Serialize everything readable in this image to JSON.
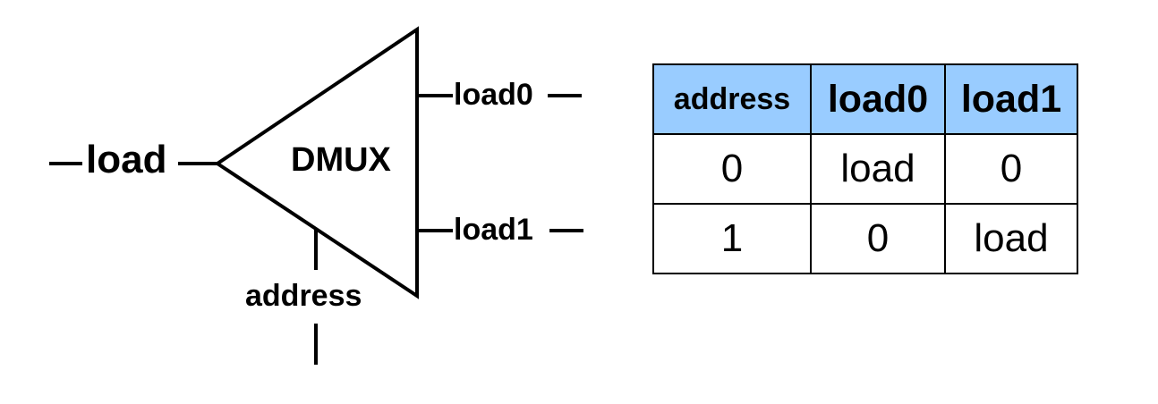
{
  "diagram": {
    "chip_label": "DMUX",
    "input_label": "load",
    "output0_label": "load0",
    "output1_label": "load1",
    "select_label": "address"
  },
  "table": {
    "header_fill": "#99ccff",
    "headers": [
      "address",
      "load0",
      "load1"
    ],
    "rows": [
      [
        "0",
        "load",
        "0"
      ],
      [
        "1",
        "0",
        "load"
      ]
    ]
  }
}
